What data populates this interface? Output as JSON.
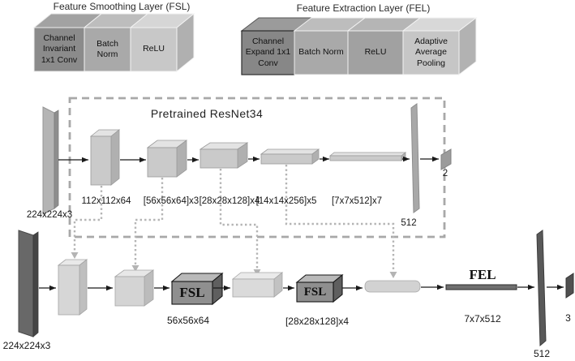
{
  "legend_fsl": {
    "title": "Feature Smoothing Layer (FSL)",
    "blocks": [
      {
        "label": "Channel Invariant 1x1 Conv"
      },
      {
        "label": "Batch Norm"
      },
      {
        "label": "ReLU"
      }
    ]
  },
  "legend_fel": {
    "title": "Feature Extraction Layer (FEL)",
    "blocks": [
      {
        "label": "Channel Expand 1x1 Conv"
      },
      {
        "label": "Batch Norm"
      },
      {
        "label": "ReLU"
      },
      {
        "label": "Adaptive Average Pooling"
      }
    ]
  },
  "resnet": {
    "title": "Pretrained ResNet34",
    "input_label": "224x224x3",
    "stages": [
      {
        "label": "112x112x64"
      },
      {
        "label": "[56x56x64]x3"
      },
      {
        "label": "[28x28x128]x4"
      },
      {
        "label": "[14x14x256]x5"
      },
      {
        "label": "[7x7x512]x7"
      }
    ],
    "fc_label": "512",
    "output_label": "2"
  },
  "pipeline": {
    "input_label": "224x224x3",
    "fsl1": {
      "label": "FSL",
      "dim": "56x56x64"
    },
    "fsl2": {
      "label": "FSL",
      "dim": "[28x28x128]x4"
    },
    "fel": {
      "label": "FEL",
      "dim": "7x7x512"
    },
    "fc_label": "512",
    "output_label": "3"
  },
  "colors": {
    "dark_block": "#8b8b8b",
    "medium_block": "#a9a9a9",
    "light_block": "#c8c8c8",
    "lightest_block": "#d6d6d6",
    "dark_slab": "#595959",
    "dashed_border": "#a8a8a8",
    "dotted_connector": "#b4b4b4",
    "arrow": "#1a1a1a",
    "background": "#ffffff"
  }
}
